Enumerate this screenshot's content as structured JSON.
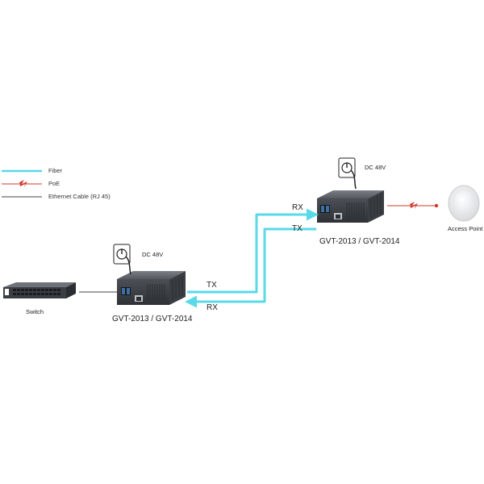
{
  "legend": {
    "items": [
      {
        "label": "Fiber",
        "color": "#5ad9e8"
      },
      {
        "label": "PoE",
        "color": "#d23a2e"
      },
      {
        "label": "Ethernet Cable (RJ 45)",
        "color": "#444444"
      }
    ]
  },
  "devices": {
    "switch": {
      "label": "Switch"
    },
    "converter_left": {
      "model": "GVT-2013 / GVT-2014",
      "power": "DC 48V"
    },
    "converter_right": {
      "model": "GVT-2013 / GVT-2014",
      "power": "DC 48V"
    },
    "access_point": {
      "label": "Access Point"
    }
  },
  "links": {
    "left_ports": {
      "tx": "TX",
      "rx": "RX"
    },
    "right_ports": {
      "rx": "RX",
      "tx": "TX"
    }
  },
  "colors": {
    "fiber": "#5ad9e8",
    "poe": "#d23a2e",
    "ethernet": "#444444",
    "device_body": "#5c6066"
  }
}
